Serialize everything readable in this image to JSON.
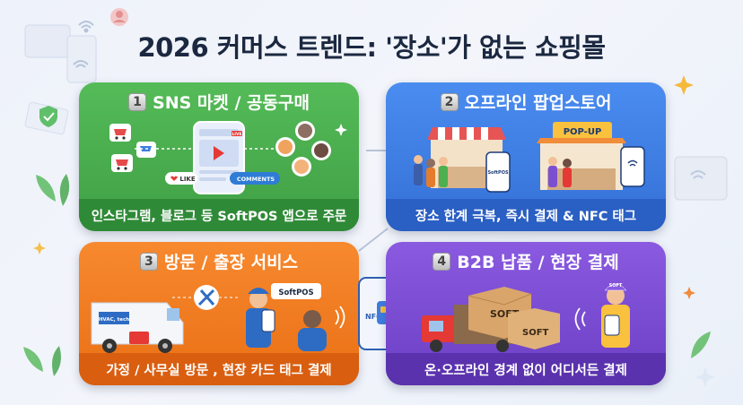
{
  "title": "2026 커머스 트렌드: '장소'가 없는 쇼핑몰",
  "colors": {
    "green": "#4caf50",
    "blue": "#3f7fe0",
    "orange": "#f57c21",
    "purple": "#7c4fd1"
  },
  "cards": [
    {
      "number": "1",
      "heading": "SNS 마켓 / 공동구매",
      "footer": "인스타그램, 블로그 등 SoftPOS 앱으로 주문",
      "labels": {
        "like": "LIKE",
        "comments": "COMMENTS",
        "live": "LIVE"
      }
    },
    {
      "number": "2",
      "heading": "오프라인 팝업스토어",
      "footer": "장소 한계 극복, 즉시 결제 & NFC 태그",
      "labels": {
        "popup": "POP-UP",
        "softpos": "SoftPOS"
      }
    },
    {
      "number": "3",
      "heading": "방문 / 출장 서비스",
      "footer": "가정 / 사무실 방문 , 현장 카드 태그 결제",
      "labels": {
        "softpos": "SoftPOS",
        "van": "HVAC, tech",
        "nfc": "NFC"
      }
    },
    {
      "number": "4",
      "heading": "B2B 납품 / 현장 결제",
      "footer": "온·오프라인 경계 없이 어디서든 결제",
      "labels": {
        "box1": "SOFT",
        "box2": "SOFT",
        "cap": "SOFT"
      }
    }
  ],
  "icons": [
    "wifi-icon",
    "nfc-icon",
    "shopping-cart-icon",
    "shield-check-icon",
    "sparkle-icon",
    "user-avatar-icon"
  ]
}
